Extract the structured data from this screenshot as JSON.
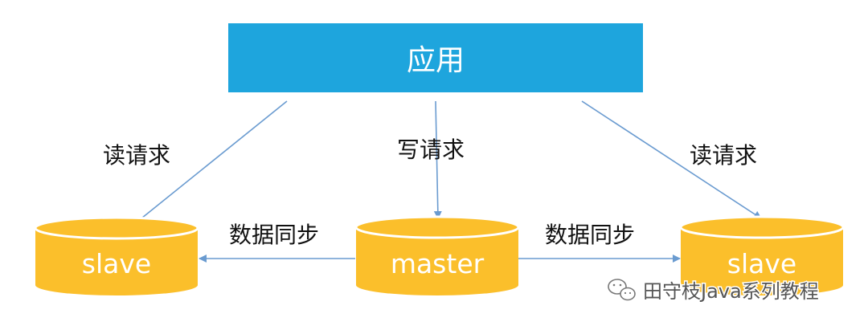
{
  "app": {
    "label": "应用"
  },
  "edges": {
    "read_left": "读请求",
    "write": "写请求",
    "read_right": "读请求",
    "sync_left": "数据同步",
    "sync_right": "数据同步"
  },
  "nodes": {
    "slave_left": "slave",
    "master": "master",
    "slave_right": "slave"
  },
  "watermark": {
    "text": "田守枝Java系列教程"
  },
  "colors": {
    "app_box": "#1ea5dd",
    "db_body": "#fbbf2b",
    "db_top": "#fdd05a",
    "db_rim": "#ffffff",
    "arrow": "#6a9bd0",
    "label": "#111111",
    "watermark": "#555555"
  }
}
